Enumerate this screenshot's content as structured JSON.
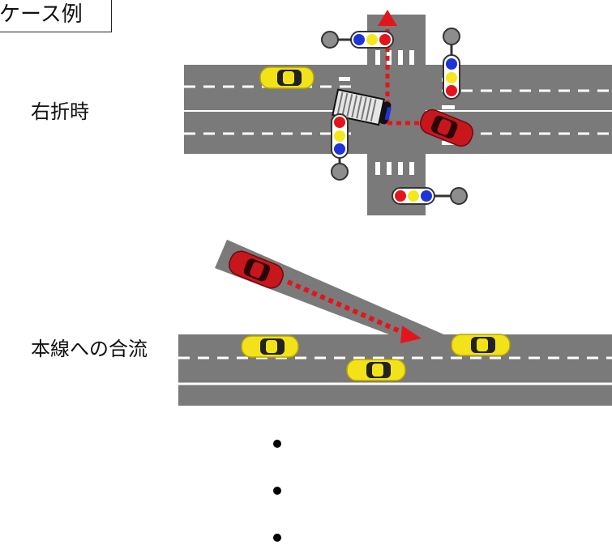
{
  "title": "ケース例",
  "labels": {
    "scene1": "右折時",
    "scene2": "本線への合流"
  },
  "colors": {
    "road": "#7a7a7a",
    "lane_marking": "#ffffff",
    "subject_car": "#c8161d",
    "other_car": "#f2e21a",
    "arrow": "#e5141b",
    "signal_red": "#e5141b",
    "signal_yellow": "#f4e71a",
    "signal_blue": "#1e33d8",
    "signal_pole": "#8d8d8d"
  },
  "icons": [
    "yellow-car-icon",
    "red-car-icon",
    "truck-icon",
    "traffic-signal-icon",
    "direction-arrow-icon",
    "bullet-dot-icon"
  ],
  "bullets": [
    "",
    "",
    ""
  ]
}
